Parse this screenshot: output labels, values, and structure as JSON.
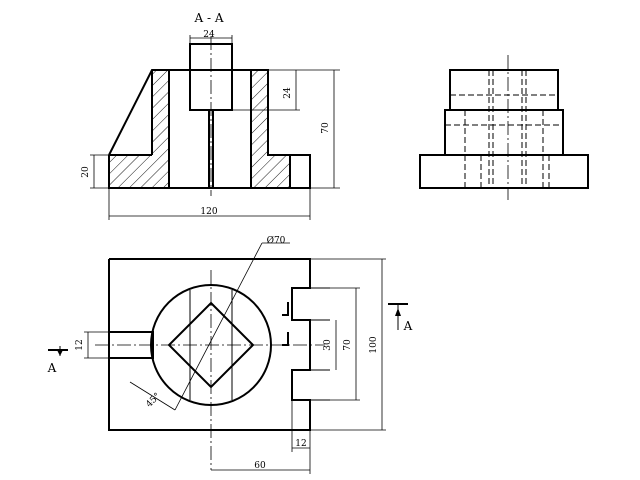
{
  "section_title": "A - A",
  "section_marker_left": "A",
  "section_marker_right": "A",
  "dims": {
    "front_top_width": "24",
    "front_slot_depth": "24",
    "front_total_height": "70",
    "front_base_height": "20",
    "front_total_width": "120",
    "plan_diameter": "Ø70",
    "plan_square": "45°",
    "plan_slot_width": "12",
    "plan_inner_slot": "30",
    "plan_slot_span": "70",
    "plan_total_height": "100",
    "plan_bottom_width": "12",
    "plan_offset": "60"
  },
  "colors": {
    "line": "#000000",
    "background": "#ffffff"
  }
}
